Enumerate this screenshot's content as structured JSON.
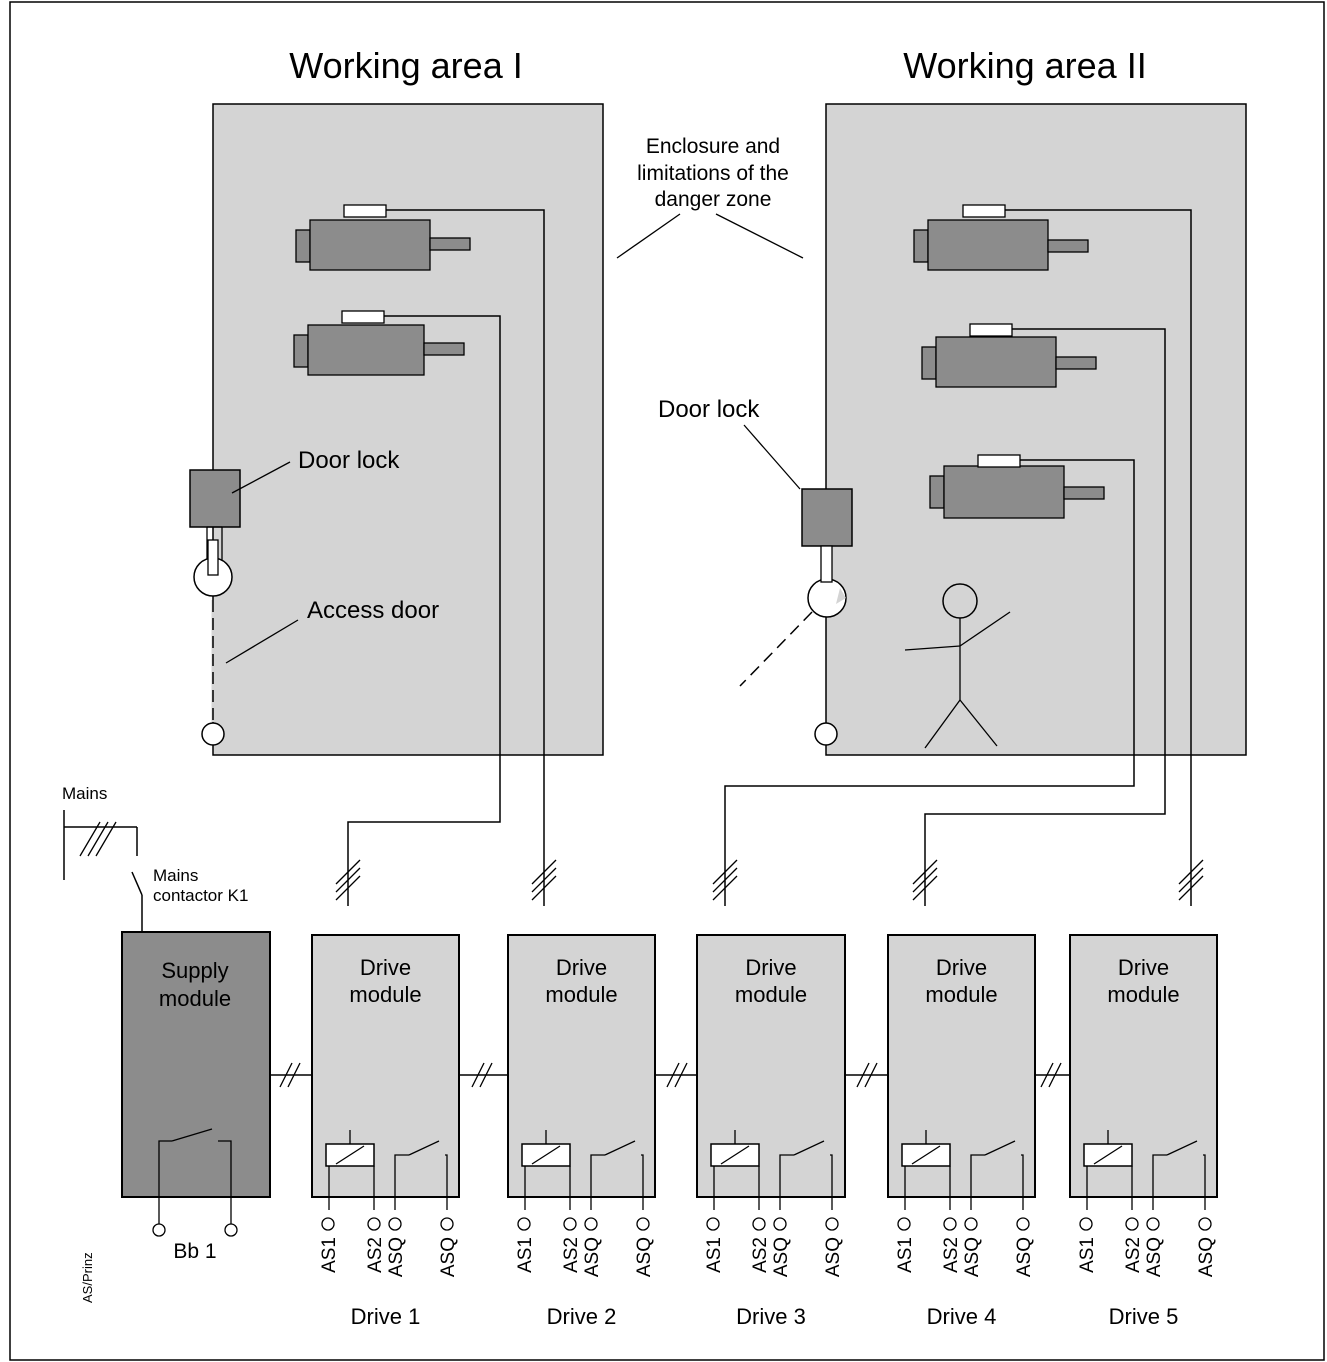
{
  "areas": {
    "area1_title": "Working area I",
    "area2_title": "Working area II"
  },
  "labels": {
    "enclosure_line1": "Enclosure and",
    "enclosure_line2": "limitations of the",
    "enclosure_line3": "danger zone",
    "door_lock_1": "Door lock",
    "door_lock_2": "Door lock",
    "access_door": "Access door",
    "mains": "Mains",
    "mains_contactor_line1": "Mains",
    "mains_contactor_line2": "contactor K1",
    "supply_line1": "Supply",
    "supply_line2": "module",
    "bb1": "Bb 1",
    "author": "AS/Prinz"
  },
  "drives": [
    {
      "name": "Drive 1",
      "title1": "Drive",
      "title2": "module",
      "terminals": [
        "AS1",
        "AS2",
        "ASQ",
        "ASQ"
      ]
    },
    {
      "name": "Drive 2",
      "title1": "Drive",
      "title2": "module",
      "terminals": [
        "AS1",
        "AS2",
        "ASQ",
        "ASQ"
      ]
    },
    {
      "name": "Drive 3",
      "title1": "Drive",
      "title2": "module",
      "terminals": [
        "AS1",
        "AS2",
        "ASQ",
        "ASQ"
      ]
    },
    {
      "name": "Drive 4",
      "title1": "Drive",
      "title2": "module",
      "terminals": [
        "AS1",
        "AS2",
        "ASQ",
        "ASQ"
      ]
    },
    {
      "name": "Drive 5",
      "title1": "Drive",
      "title2": "module",
      "terminals": [
        "AS1",
        "AS2",
        "ASQ",
        "ASQ"
      ]
    }
  ],
  "colors": {
    "area_fill": "#d4d4d4",
    "motor_fill": "#8c8c8c",
    "supply_fill": "#8c8c8c"
  }
}
